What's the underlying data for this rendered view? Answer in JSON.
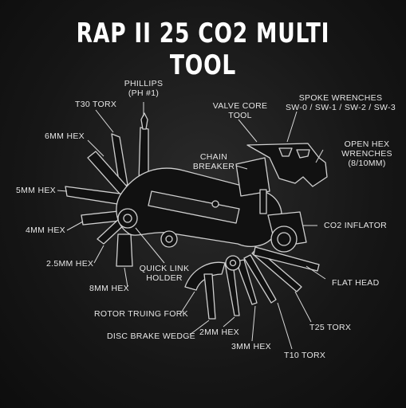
{
  "title": "RAP II 25 CO2 MULTI TOOL",
  "labels": {
    "phillips_1": "PHILLIPS",
    "phillips_2": "(PH #1)",
    "t30_torx": "T30 TORX",
    "valve_core_1": "VALVE CORE",
    "valve_core_2": "TOOL",
    "spoke_1": "SPOKE WRENCHES",
    "spoke_2": "SW-0 / SW-1 / SW-2 / SW-3",
    "mm6_hex": "6MM HEX",
    "open_hex_1": "OPEN HEX",
    "open_hex_2": "WRENCHES",
    "open_hex_3": "(8/10MM)",
    "chain_1": "CHAIN",
    "chain_2": "BREAKER",
    "mm5_hex": "5MM HEX",
    "co2": "CO2 INFLATOR",
    "mm4_hex": "4MM HEX",
    "mm25_hex": "2.5MM HEX",
    "quick_link_1": "QUICK LINK",
    "quick_link_2": "HOLDER",
    "flat_head": "FLAT HEAD",
    "mm8_hex": "8MM HEX",
    "rotor_fork": "ROTOR TRUING FORK",
    "t25_torx": "T25 TORX",
    "disc_wedge": "DISC BRAKE WEDGE",
    "mm2_hex": "2MM HEX",
    "mm3_hex": "3MM HEX",
    "t10_torx": "T10 TORX"
  },
  "colors": {
    "background": "#1a1a1a",
    "line": "#d8d8d8",
    "text": "#e6e6e6"
  }
}
